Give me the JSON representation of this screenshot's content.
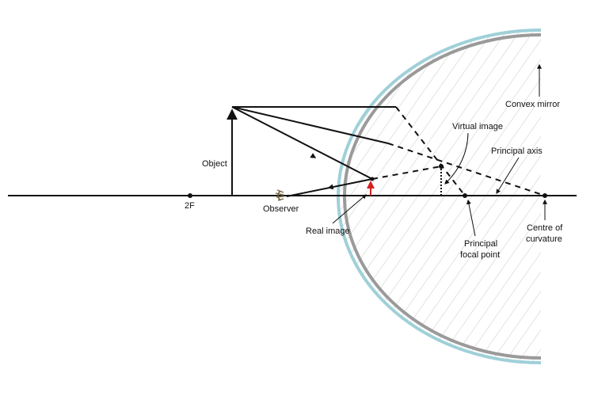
{
  "labels": {
    "object": "Object",
    "two_f": "2F",
    "observer": "Observer",
    "real_image": "Real image",
    "virtual_image": "Virtual image",
    "principal_axis": "Principal axis",
    "convex_mirror": "Convex mirror",
    "principal_focal_point": [
      "Principal",
      "focal point"
    ],
    "centre_of_curvature": [
      "Centre of",
      "curvature"
    ]
  },
  "colors": {
    "mirror_surface": "#9fd0d8",
    "mirror_back": "#9a9a9a",
    "hatch": "#c8c8c8",
    "real_image_arrow": "#d62020",
    "lines": "#111111"
  },
  "icons": {
    "observer": "eye-icon"
  }
}
